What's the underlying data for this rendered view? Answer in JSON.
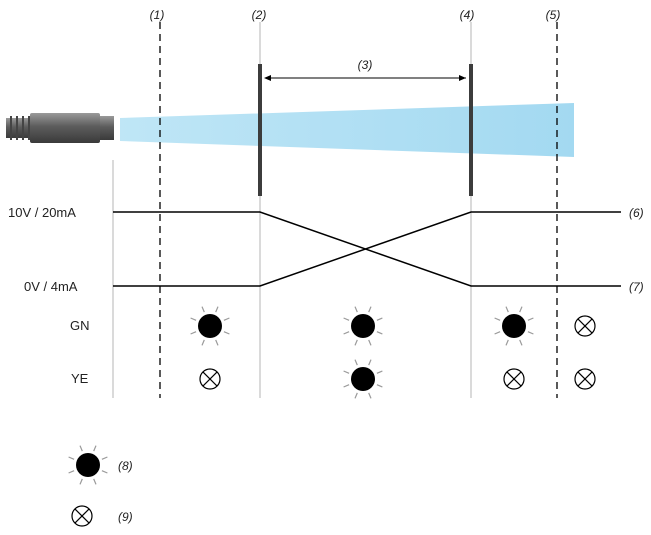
{
  "markers": {
    "m1": "(1)",
    "m2": "(2)",
    "m3": "(3)",
    "m4": "(4)",
    "m5": "(5)"
  },
  "outputs": {
    "high_label": "10V / 20mA",
    "low_label": "0V / 4mA",
    "high_ref": "(6)",
    "low_ref": "(7)"
  },
  "leds": {
    "gn_label": "GN",
    "ye_label": "YE",
    "gn_states": [
      "on",
      "on",
      "on",
      "off"
    ],
    "ye_states": [
      "off",
      "on",
      "off",
      "off"
    ]
  },
  "legend": {
    "on_ref": "(8)",
    "off_ref": "(9)"
  },
  "colors": {
    "beam": "#a8dcf2",
    "line": "#000000",
    "grid": "#b4b4b4",
    "led_on": "#000000",
    "sensor_body": "#6e6e6e"
  }
}
